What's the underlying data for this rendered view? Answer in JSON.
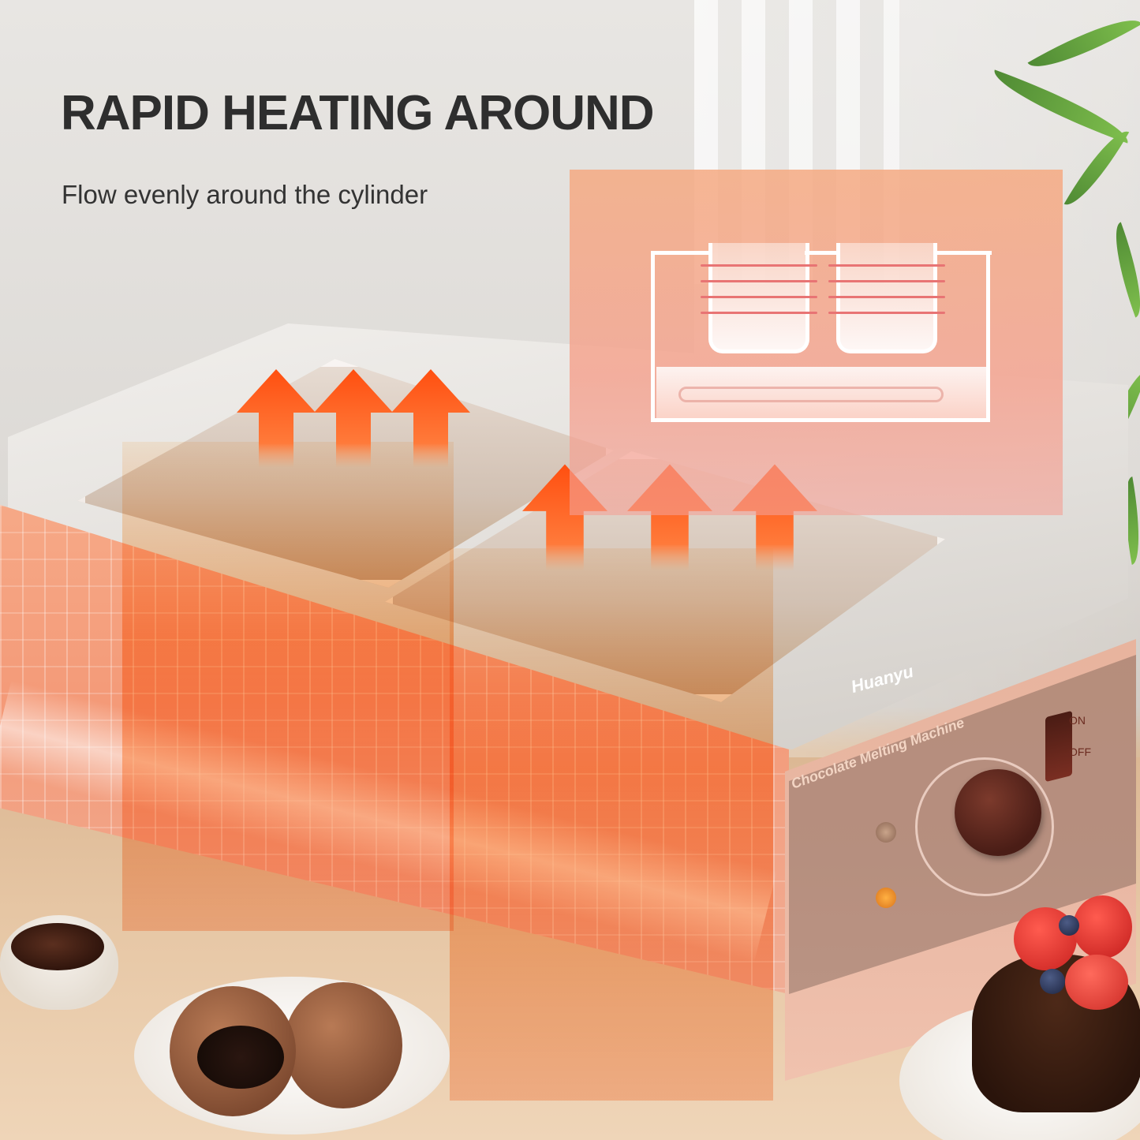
{
  "headline": "RAPID HEATING AROUND",
  "subheadline": "Flow evenly around the cylinder",
  "product": {
    "brand": "Huanyu",
    "panel_label": "Chocolate Melting Machine",
    "switch_on": "ON",
    "switch_off": "OFF"
  },
  "colors": {
    "headline_text": "#2e2e2e",
    "heat_arrow": "#ff5a14",
    "inset_background": "#f5a382",
    "inset_outline": "#ffffff"
  },
  "icons": [
    "heat-arrow-icon",
    "heat-arrow-icon",
    "heat-arrow-icon",
    "heat-arrow-icon",
    "heat-arrow-icon",
    "heat-arrow-icon"
  ]
}
